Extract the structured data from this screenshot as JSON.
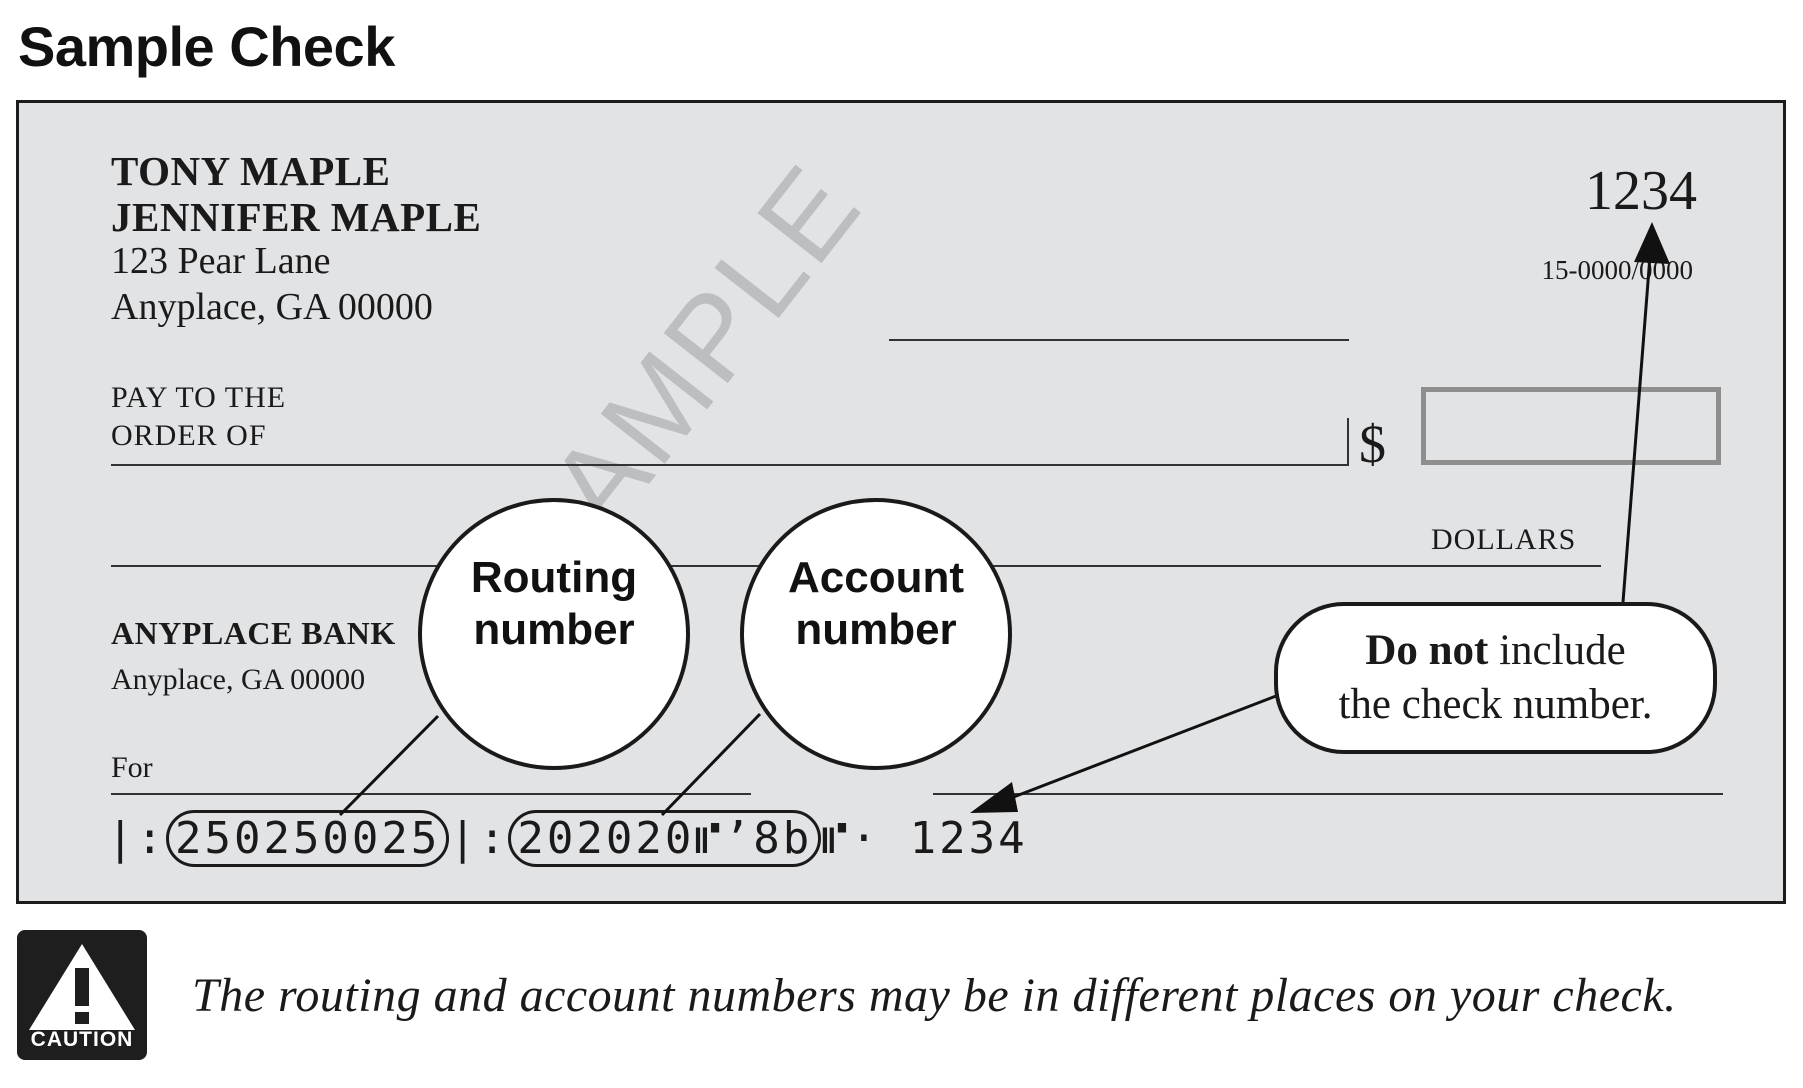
{
  "title": "Sample Check",
  "check": {
    "owner_names": [
      "TONY MAPLE",
      "JENNIFER MAPLE"
    ],
    "address_line1": "123 Pear Lane",
    "address_line2": "Anyplace, GA 00000",
    "check_number": "1234",
    "fraction_code": "15-0000/0000",
    "pay_to_line1": "PAY TO THE",
    "pay_to_line2": "ORDER OF",
    "dollar_sign": "$",
    "dollars_label": "DOLLARS",
    "bank_name": "ANYPLACE BANK",
    "bank_address": "Anyplace, GA 00000",
    "memo_label": "For",
    "watermark": "SAMPLE",
    "micr": {
      "routing_prefix": "|:",
      "routing": "250250025",
      "routing_suffix": "|:",
      "account": "202020⑈’8b",
      "account_suffix": "⑈·",
      "check_number": "1234"
    }
  },
  "callouts": {
    "routing": [
      "Routing",
      "number"
    ],
    "account": [
      "Account",
      "number"
    ],
    "note_bold": "Do not",
    "note_rest_line1": " include",
    "note_line2": "the check number."
  },
  "caution": {
    "icon_label": "CAUTION",
    "text": "The routing and account numbers may be in different places on your check."
  },
  "colors": {
    "check_bg": "#e2e3e5",
    "border": "#1c1c1c",
    "amount_box": "#8e8e8e"
  }
}
